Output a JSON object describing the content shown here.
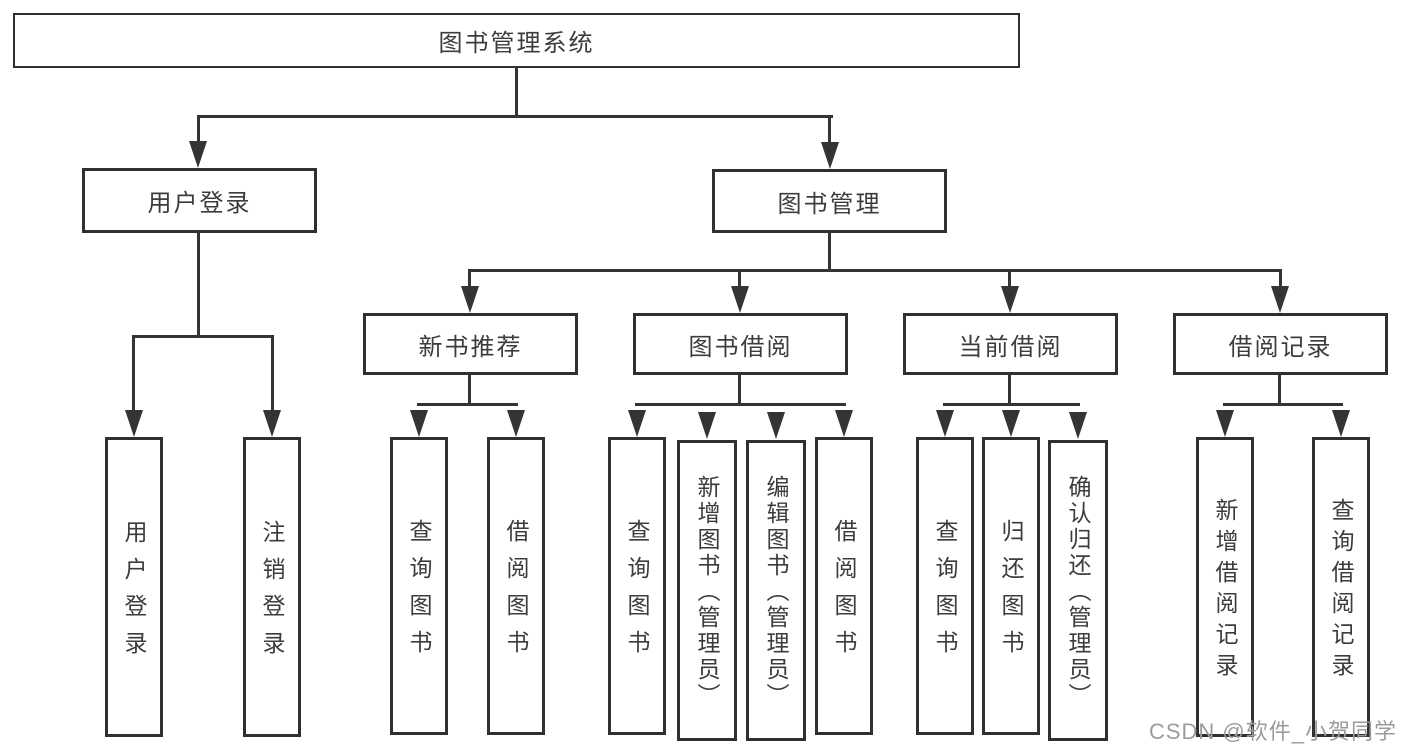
{
  "diagram": {
    "root": {
      "label": "图书管理系统"
    },
    "level2": [
      {
        "label": "用户登录"
      },
      {
        "label": "图书管理"
      }
    ],
    "login_children": [
      {
        "label": "用户登录"
      },
      {
        "label": "注销登录"
      }
    ],
    "level3": [
      {
        "label": "新书推荐"
      },
      {
        "label": "图书借阅"
      },
      {
        "label": "当前借阅"
      },
      {
        "label": "借阅记录"
      }
    ],
    "recommend_children": [
      {
        "label": "查询图书"
      },
      {
        "label": "借阅图书"
      }
    ],
    "borrow_children": [
      {
        "label": "查询图书"
      },
      {
        "label": "新增图书（管理员）"
      },
      {
        "label": "编辑图书（管理员）"
      },
      {
        "label": "借阅图书"
      }
    ],
    "current_children": [
      {
        "label": "查询图书"
      },
      {
        "label": "归还图书"
      },
      {
        "label": "确认归还（管理员）"
      }
    ],
    "records_children": [
      {
        "label": "新增借阅记录"
      },
      {
        "label": "查询借阅记录"
      }
    ]
  },
  "watermark": {
    "text": "CSDN @软件_小贺同学"
  },
  "colors": {
    "line": "#343434",
    "border": "#303030",
    "text": "#3c3c3c",
    "background": "#ffffff",
    "watermark": "#9b9b9b"
  }
}
